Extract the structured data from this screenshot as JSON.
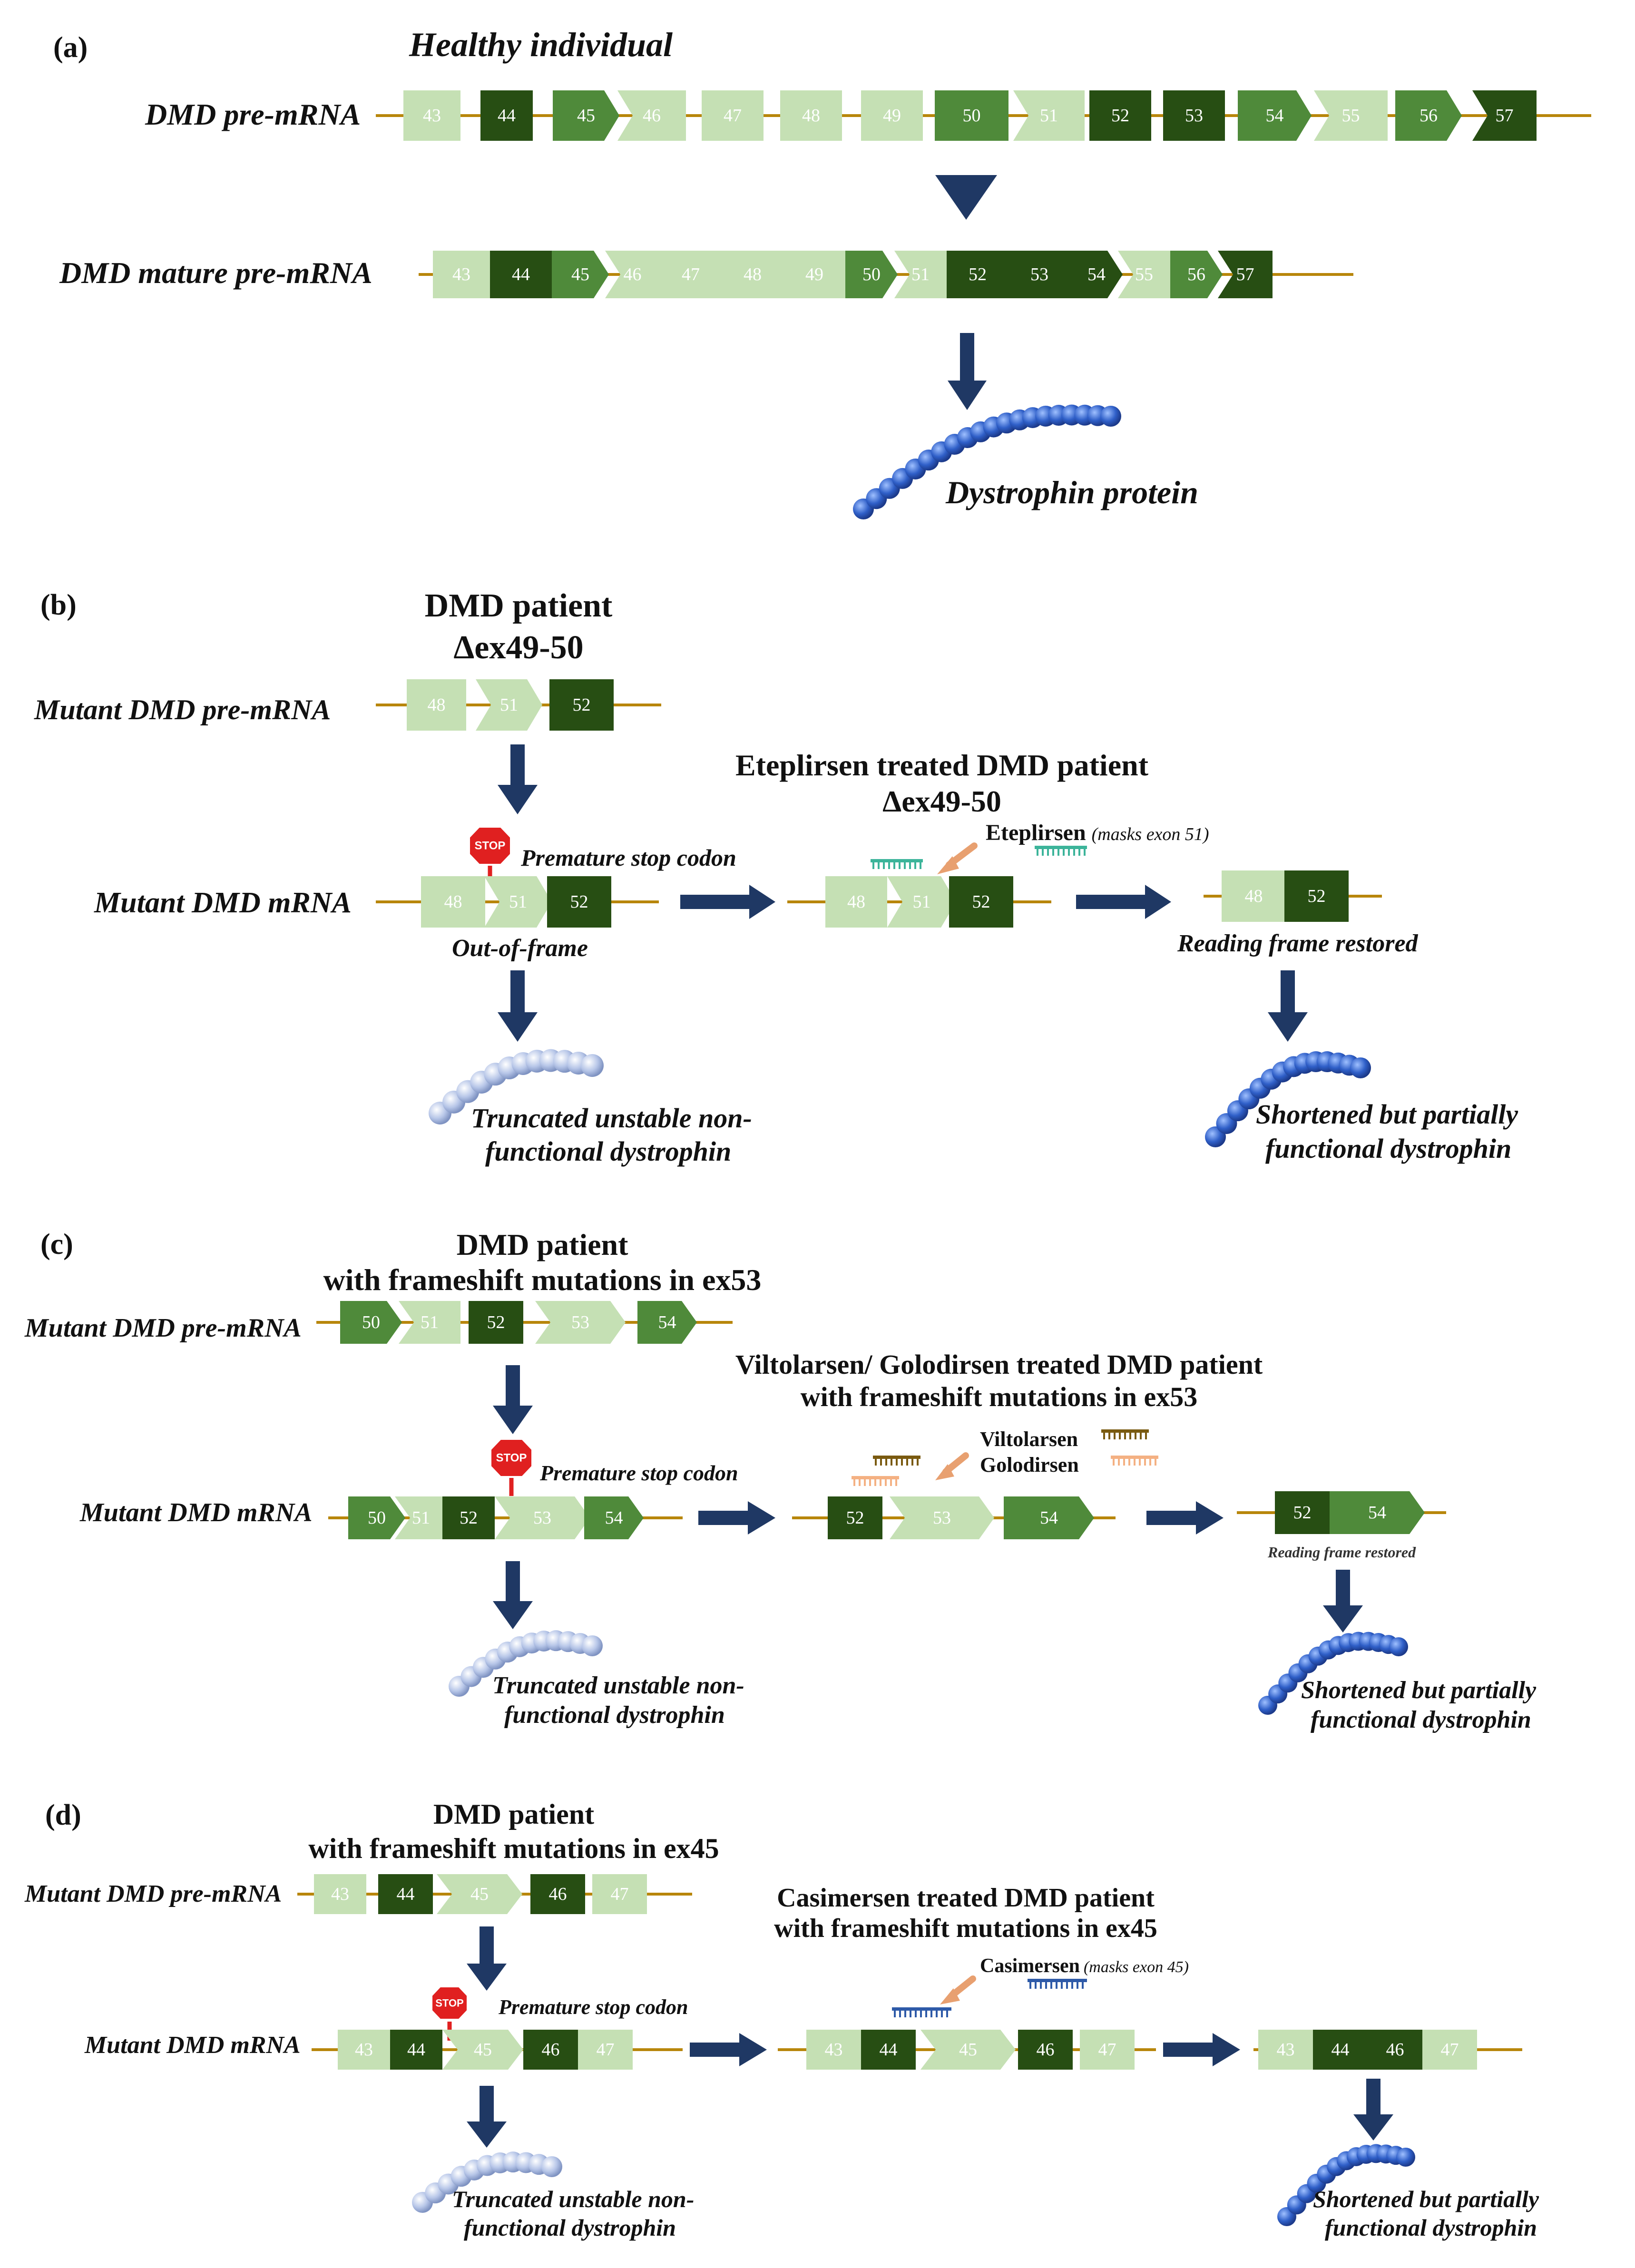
{
  "colors": {
    "light": "#c5e0b4",
    "mid": "#4f8a3a",
    "dark": "#274e13",
    "line": "#b8860b",
    "arrow": "#1f3864",
    "bead_blue": "#2f5fc8",
    "bead_grey": "#b7c6e8",
    "stop": "#e02020",
    "aso_teal": "#3cb49a",
    "aso_brown": "#7a5a10",
    "aso_peach": "#f4b183",
    "aso_blue": "#2e5aa8",
    "pointer": "#e8a070"
  },
  "panels": {
    "a": {
      "letter": "(a)",
      "title": "Healthy individual",
      "pre_label": "DMD pre-mRNA",
      "mature_label": "DMD mature pre-mRNA",
      "protein_label": "Dystrophin protein",
      "pre_exons": [
        "43",
        "44",
        "45",
        "46",
        "47",
        "48",
        "49",
        "50",
        "51",
        "52",
        "53",
        "54",
        "55",
        "56",
        "57"
      ],
      "mature_exons": [
        "43",
        "44",
        "45",
        "46",
        "47",
        "48",
        "49",
        "50",
        "51",
        "52",
        "53",
        "54",
        "55",
        "56",
        "57"
      ]
    },
    "b": {
      "letter": "(b)",
      "title_line1": "DMD patient",
      "title_line2": "Δex49-50",
      "pre_label": "Mutant DMD pre-mRNA",
      "mrna_label": "Mutant DMD mRNA",
      "stop_text": "STOP",
      "stop_label": "Premature stop codon",
      "outframe_label": "Out-of-frame",
      "treated_title1": "Eteplirsen treated DMD patient",
      "treated_title2": "Δex49-50",
      "drug_name": "Eteplirsen",
      "drug_note": "(masks exon 51)",
      "restored_label": "Reading frame restored",
      "truncated1": "Truncated unstable non-",
      "truncated2": "functional dystrophin",
      "short1": "Shortened but partially",
      "short2": "functional dystrophin",
      "pre_exons": [
        "48",
        "51",
        "52"
      ],
      "mrna_exons": [
        "48",
        "51",
        "52"
      ],
      "treated_exons": [
        "48",
        "51",
        "52"
      ],
      "final_exons": [
        "48",
        "52"
      ]
    },
    "c": {
      "letter": "(c)",
      "title_line1": "DMD patient",
      "title_line2": "with frameshift mutations in ex53",
      "pre_label": "Mutant DMD pre-mRNA",
      "mrna_label": "Mutant DMD mRNA",
      "stop_text": "STOP",
      "stop_label": "Premature stop codon",
      "treated_title1": "Viltolarsen/ Golodirsen treated DMD patient",
      "treated_title2": "with frameshift mutations in ex53",
      "drug1": "Viltolarsen",
      "drug2": "Golodirsen",
      "restored_label": "Reading frame restored",
      "truncated1": "Truncated unstable non-",
      "truncated2": "functional dystrophin",
      "short1": "Shortened but partially",
      "short2": "functional dystrophin",
      "pre_exons": [
        "50",
        "51",
        "52",
        "53",
        "54"
      ],
      "mrna_exons": [
        "50",
        "51",
        "52",
        "53",
        "54"
      ],
      "treated_exons": [
        "52",
        "53",
        "54"
      ],
      "final_exons": [
        "52",
        "54"
      ]
    },
    "d": {
      "letter": "(d)",
      "title_line1": "DMD patient",
      "title_line2": "with frameshift mutations in ex45",
      "pre_label": "Mutant DMD pre-mRNA",
      "mrna_label": "Mutant DMD mRNA",
      "stop_text": "STOP",
      "stop_label": "Premature stop codon",
      "treated_title1": "Casimersen treated DMD patient",
      "treated_title2": "with frameshift mutations in ex45",
      "drug_name": "Casimersen",
      "drug_note": "(masks exon 45)",
      "truncated1": "Truncated unstable non-",
      "truncated2": "functional dystrophin",
      "short1": "Shortened but partially",
      "short2": "functional dystrophin",
      "pre_exons": [
        "43",
        "44",
        "45",
        "46",
        "47"
      ],
      "mrna_exons": [
        "43",
        "44",
        "45",
        "46",
        "47"
      ],
      "treated_exons": [
        "43",
        "44",
        "45",
        "46",
        "47"
      ],
      "final_exons": [
        "43",
        "44",
        "46",
        "47"
      ]
    }
  }
}
